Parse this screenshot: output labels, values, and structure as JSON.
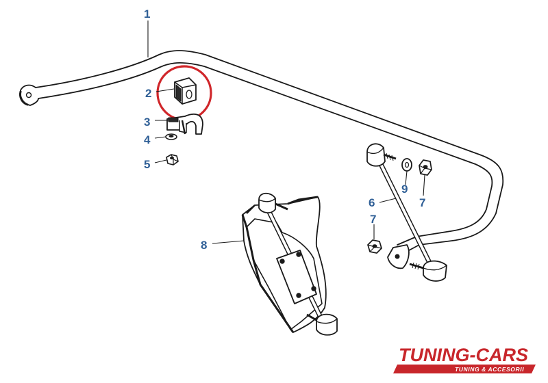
{
  "callouts": [
    {
      "id": "1",
      "label": "1"
    },
    {
      "id": "2",
      "label": "2"
    },
    {
      "id": "3",
      "label": "3"
    },
    {
      "id": "4",
      "label": "4"
    },
    {
      "id": "5",
      "label": "5"
    },
    {
      "id": "6",
      "label": "6"
    },
    {
      "id": "7a",
      "label": "7"
    },
    {
      "id": "7b",
      "label": "7"
    },
    {
      "id": "8",
      "label": "8"
    },
    {
      "id": "9",
      "label": "9"
    }
  ],
  "logo": {
    "main": "TUNING-CARS",
    "sub": "TUNING & ACCESORII"
  },
  "colors": {
    "line": "#1a1a1a",
    "callout_text": "#2f5f96",
    "highlight_circle": "#d0262a",
    "logo_red": "#c8262b"
  }
}
